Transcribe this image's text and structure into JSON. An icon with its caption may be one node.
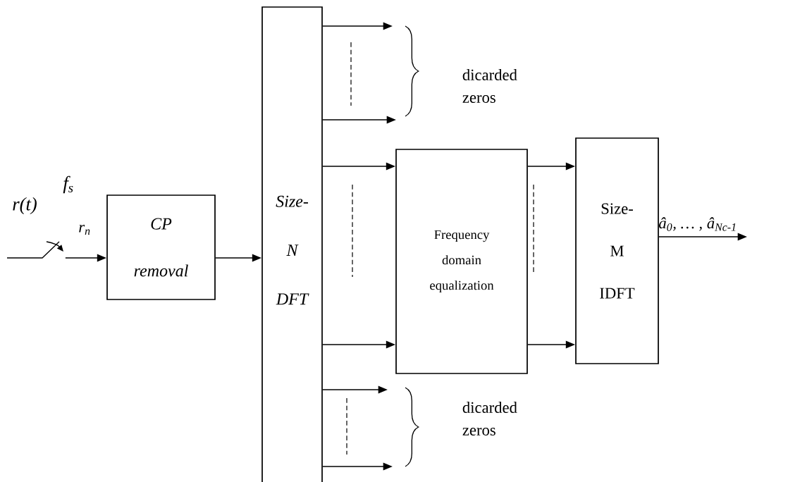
{
  "diagram": {
    "nodes": [
      {
        "text": [],
        "shape": "switch"
      },
      {
        "text": [
          "CP removal"
        ]
      },
      {
        "text": [
          "Size-N DFT"
        ]
      },
      {
        "text": [
          "Frequency domain equalization"
        ]
      },
      {
        "text": [
          "Size-M IDFT"
        ]
      }
    ],
    "edges": [
      {
        "from": 0,
        "to": 1,
        "arrow": "to",
        "label": "r$_{n}$"
      },
      {
        "from": 1,
        "to": 2,
        "arrow": "to"
      },
      {
        "from": 2,
        "to": null,
        "arrow": "to"
      },
      {
        "from": 2,
        "to": null,
        "arrow": "to"
      },
      {
        "from": 2,
        "to": 3,
        "arrow": "to"
      },
      {
        "from": 2,
        "to": 3,
        "arrow": "to"
      },
      {
        "from": 3,
        "to": 4,
        "arrow": "to"
      },
      {
        "from": 3,
        "to": 4,
        "arrow": "to"
      },
      {
        "from": 2,
        "to": null,
        "arrow": "to"
      },
      {
        "from": 2,
        "to": null,
        "arrow": "to"
      },
      {
        "from": 4,
        "to": null,
        "arrow": "to",
        "label": "â$_{0}$, … , â$_{Nc-1}$"
      }
    ],
    "labels": [
      "r(t)",
      "f$_{s}$",
      "dicarded zeros",
      "dicarded zeros"
    ]
  }
}
